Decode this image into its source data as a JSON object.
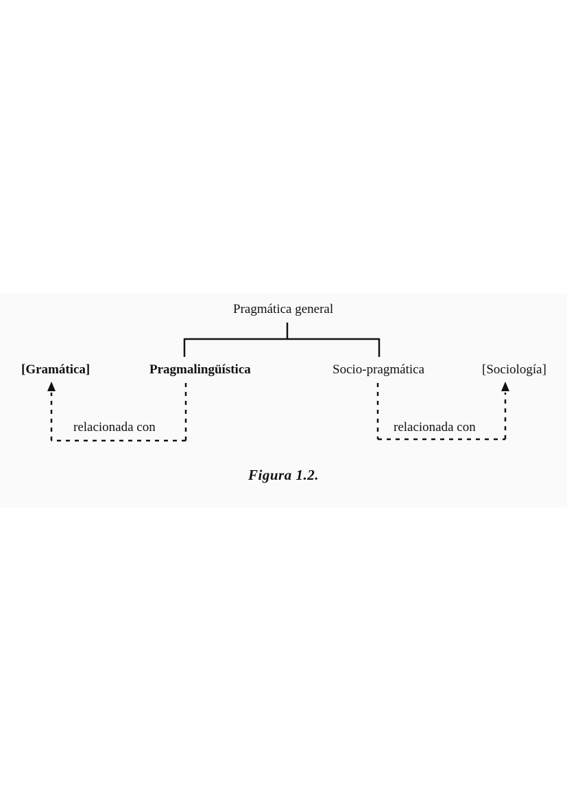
{
  "diagram": {
    "root": "Pragmática general",
    "branches": [
      {
        "label": "Pragmalingüística",
        "related_to": "[Gramática]",
        "relation_label": "relacionada con"
      },
      {
        "label": "Socio-pragmática",
        "related_to": "[Sociología]",
        "relation_label": "relacionada con"
      }
    ],
    "caption": "Figura 1.2."
  }
}
